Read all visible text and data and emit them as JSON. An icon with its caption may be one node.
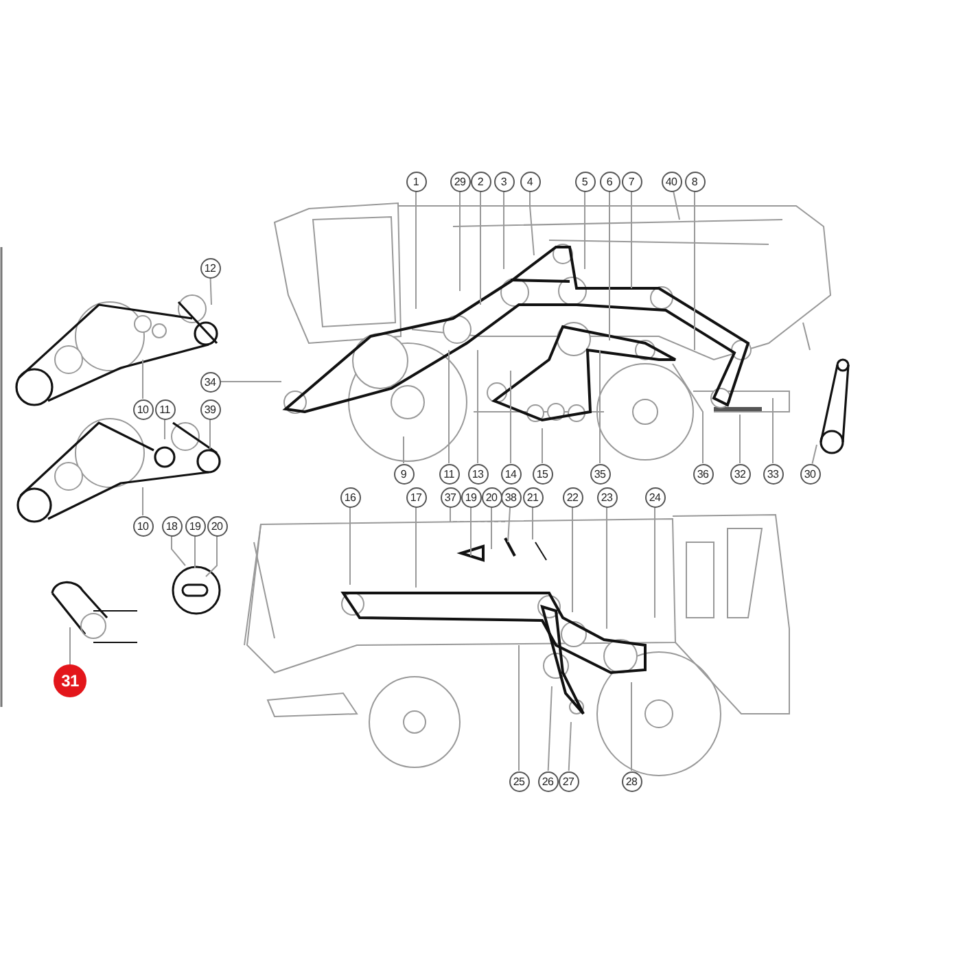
{
  "diagram": {
    "nodes": [
      {
        "text": [
          "1"
        ]
      },
      {
        "text": [
          "29"
        ]
      },
      {
        "text": [
          "2"
        ]
      },
      {
        "text": [
          "3"
        ]
      },
      {
        "text": [
          "4"
        ]
      },
      {
        "text": [
          "5"
        ]
      },
      {
        "text": [
          "6"
        ]
      },
      {
        "text": [
          "7"
        ]
      },
      {
        "text": [
          "40"
        ]
      },
      {
        "text": [
          "8"
        ]
      },
      {
        "text": [
          "12"
        ]
      },
      {
        "text": [
          "34"
        ]
      },
      {
        "text": [
          "10"
        ]
      },
      {
        "text": [
          "11"
        ]
      },
      {
        "text": [
          "39"
        ]
      },
      {
        "text": [
          "9"
        ]
      },
      {
        "text": [
          "11"
        ]
      },
      {
        "text": [
          "13"
        ]
      },
      {
        "text": [
          "14"
        ]
      },
      {
        "text": [
          "15"
        ]
      },
      {
        "text": [
          "35"
        ]
      },
      {
        "text": [
          "36"
        ]
      },
      {
        "text": [
          "32"
        ]
      },
      {
        "text": [
          "33"
        ]
      },
      {
        "text": [
          "30"
        ]
      },
      {
        "text": [
          "16"
        ]
      },
      {
        "text": [
          "17"
        ]
      },
      {
        "text": [
          "37"
        ]
      },
      {
        "text": [
          "19"
        ]
      },
      {
        "text": [
          "20"
        ]
      },
      {
        "text": [
          "38"
        ]
      },
      {
        "text": [
          "21"
        ]
      },
      {
        "text": [
          "22"
        ]
      },
      {
        "text": [
          "23"
        ]
      },
      {
        "text": [
          "24"
        ]
      },
      {
        "text": [
          "10"
        ]
      },
      {
        "text": [
          "18"
        ]
      },
      {
        "text": [
          "19"
        ]
      },
      {
        "text": [
          "20"
        ]
      },
      {
        "text": [
          "31"
        ]
      },
      {
        "text": [
          "25"
        ]
      },
      {
        "text": [
          "26"
        ]
      },
      {
        "text": [
          "27"
        ]
      },
      {
        "text": [
          "28"
        ]
      }
    ],
    "edges": [
      {
        "from": 0,
        "to": null,
        "arrow": "none"
      },
      {
        "from": 1,
        "to": null,
        "arrow": "none"
      },
      {
        "from": 2,
        "to": null,
        "arrow": "none"
      },
      {
        "from": 3,
        "to": null,
        "arrow": "none"
      },
      {
        "from": 4,
        "to": null,
        "arrow": "none"
      },
      {
        "from": 5,
        "to": null,
        "arrow": "none"
      },
      {
        "from": 6,
        "to": null,
        "arrow": "none"
      },
      {
        "from": 7,
        "to": null,
        "arrow": "none"
      },
      {
        "from": 8,
        "to": null,
        "arrow": "none"
      },
      {
        "from": 9,
        "to": null,
        "arrow": "none"
      },
      {
        "from": 10,
        "to": null,
        "arrow": "none"
      },
      {
        "from": 11,
        "to": null,
        "arrow": "none"
      },
      {
        "from": 12,
        "to": null,
        "arrow": "none"
      },
      {
        "from": 13,
        "to": null,
        "arrow": "none"
      },
      {
        "from": 14,
        "to": null,
        "arrow": "none"
      },
      {
        "from": 15,
        "to": null,
        "arrow": "none"
      },
      {
        "from": 16,
        "to": null,
        "arrow": "none"
      },
      {
        "from": 17,
        "to": null,
        "arrow": "none"
      },
      {
        "from": 18,
        "to": null,
        "arrow": "none"
      },
      {
        "from": 19,
        "to": null,
        "arrow": "none"
      },
      {
        "from": 20,
        "to": null,
        "arrow": "none"
      },
      {
        "from": 21,
        "to": null,
        "arrow": "none"
      },
      {
        "from": 22,
        "to": null,
        "arrow": "none"
      },
      {
        "from": 23,
        "to": null,
        "arrow": "none"
      },
      {
        "from": 24,
        "to": null,
        "arrow": "none"
      },
      {
        "from": 25,
        "to": null,
        "arrow": "none"
      },
      {
        "from": 26,
        "to": null,
        "arrow": "none"
      },
      {
        "from": 27,
        "to": null,
        "arrow": "none"
      },
      {
        "from": 28,
        "to": null,
        "arrow": "none"
      },
      {
        "from": 29,
        "to": null,
        "arrow": "none"
      },
      {
        "from": 30,
        "to": null,
        "arrow": "none"
      },
      {
        "from": 31,
        "to": null,
        "arrow": "none"
      },
      {
        "from": 32,
        "to": null,
        "arrow": "none"
      },
      {
        "from": 33,
        "to": null,
        "arrow": "none"
      },
      {
        "from": 34,
        "to": null,
        "arrow": "none"
      },
      {
        "from": 35,
        "to": null,
        "arrow": "none"
      },
      {
        "from": 36,
        "to": null,
        "arrow": "none"
      },
      {
        "from": 37,
        "to": null,
        "arrow": "none"
      },
      {
        "from": 38,
        "to": null,
        "arrow": "none"
      },
      {
        "from": 39,
        "to": null,
        "arrow": "none"
      },
      {
        "from": 40,
        "to": null,
        "arrow": "none"
      },
      {
        "from": 41,
        "to": null,
        "arrow": "none"
      },
      {
        "from": 42,
        "to": null,
        "arrow": "none"
      },
      {
        "from": 43,
        "to": null,
        "arrow": "none"
      }
    ]
  }
}
